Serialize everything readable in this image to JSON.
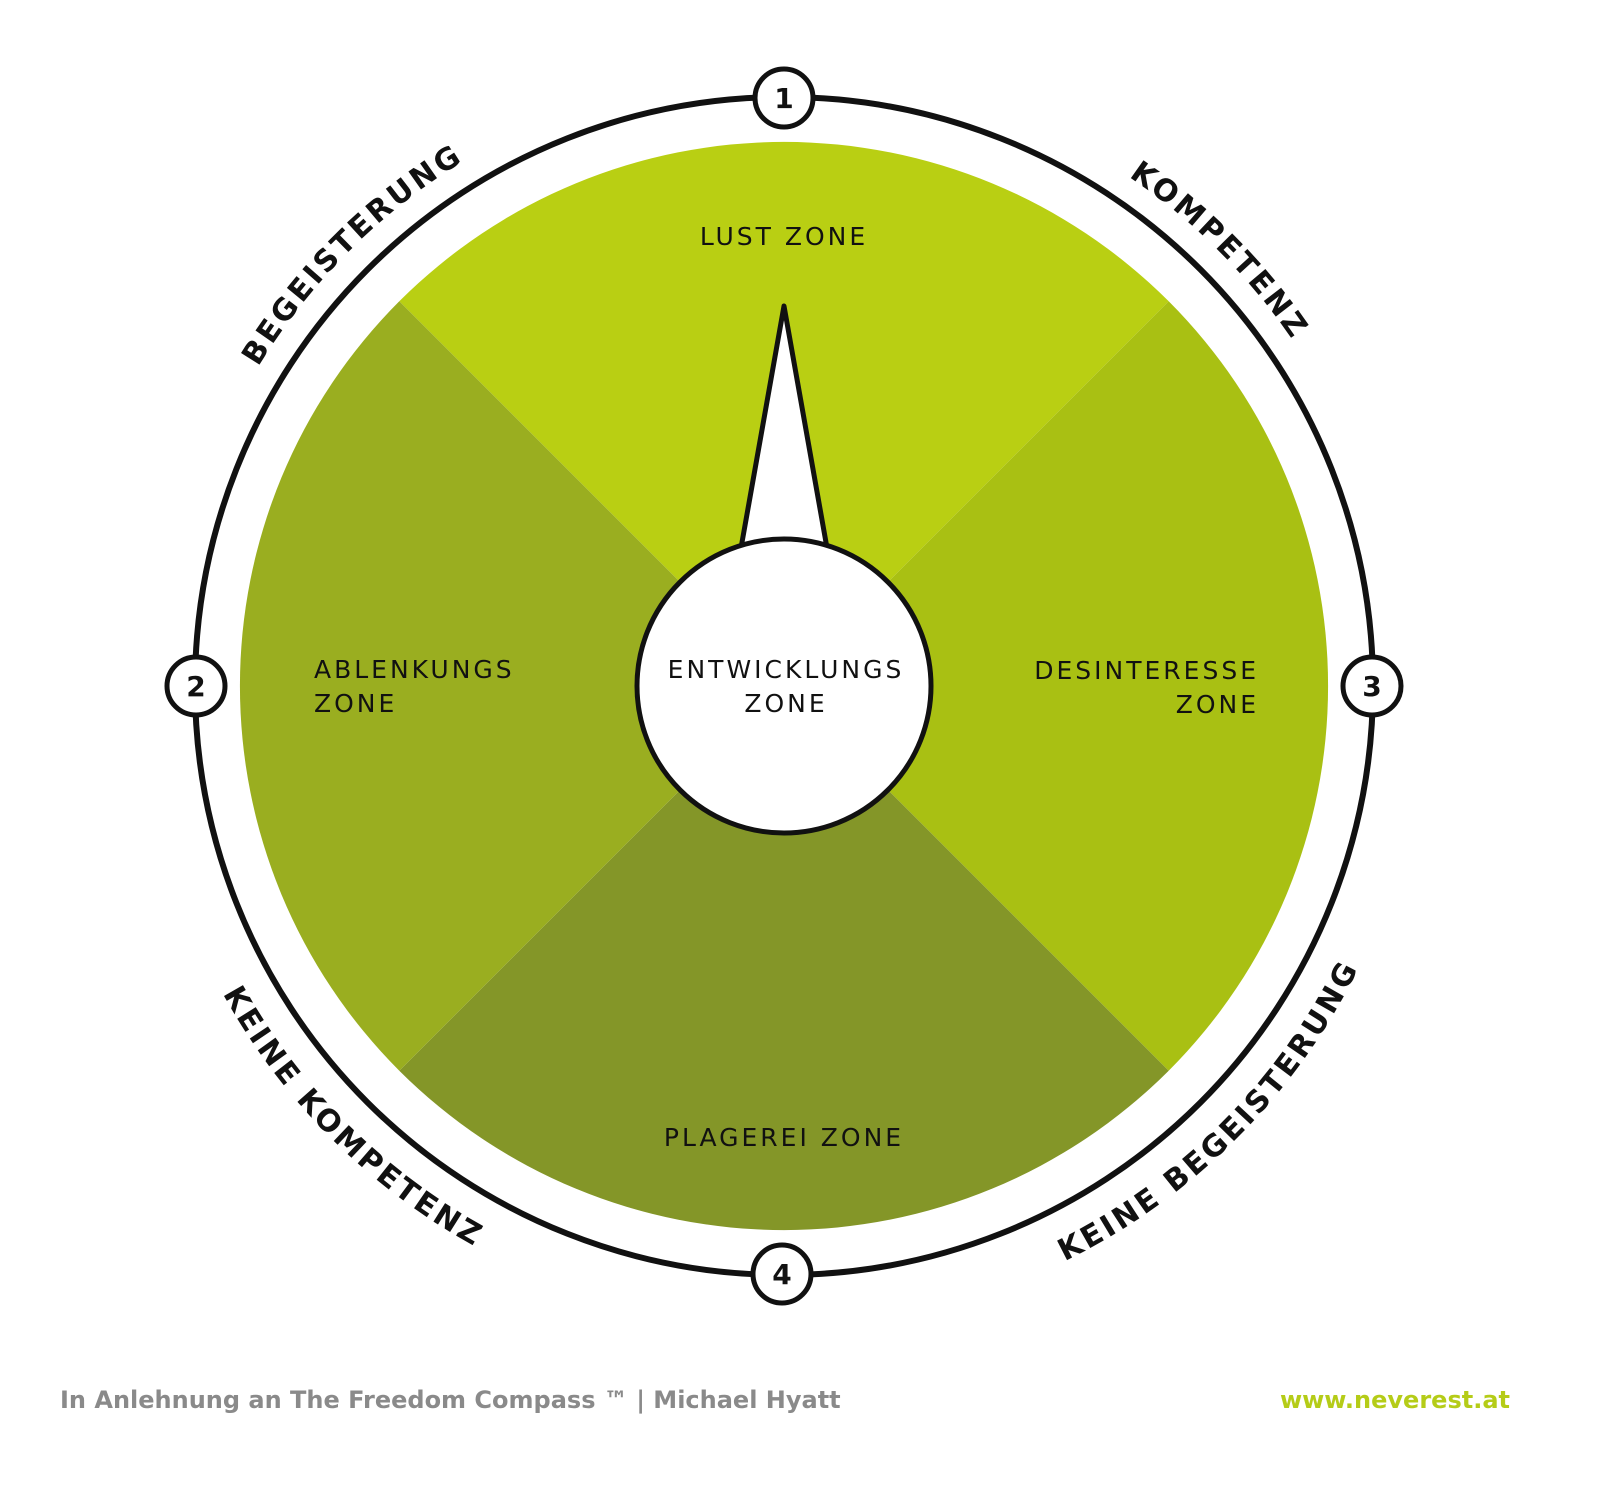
{
  "diagram": {
    "zones": {
      "top": {
        "label": "LUST ZONE",
        "color": "#b9cf13"
      },
      "left": {
        "line1": "ABLENKUNGS",
        "line2": "ZONE",
        "color": "#9aae20"
      },
      "right": {
        "line1": "DESINTERESSE",
        "line2": "ZONE",
        "color": "#a9c013"
      },
      "bottom": {
        "label": "PLAGEREI ZONE",
        "color": "#849628"
      },
      "center": {
        "line1": "ENTWICKLUNGS",
        "line2": "ZONE"
      }
    },
    "arc_labels": {
      "top_left": "BEGEISTERUNG",
      "top_right": "KOMPETENZ",
      "bottom_left": "KEINE KOMPETENZ",
      "bottom_right": "KEINE BEGEISTERUNG"
    },
    "markers": [
      "1",
      "2",
      "3",
      "4"
    ]
  },
  "footer": {
    "credit": "In Anlehnung an The Freedom Compass ™ | Michael Hyatt",
    "website": "www.neverest.at"
  }
}
